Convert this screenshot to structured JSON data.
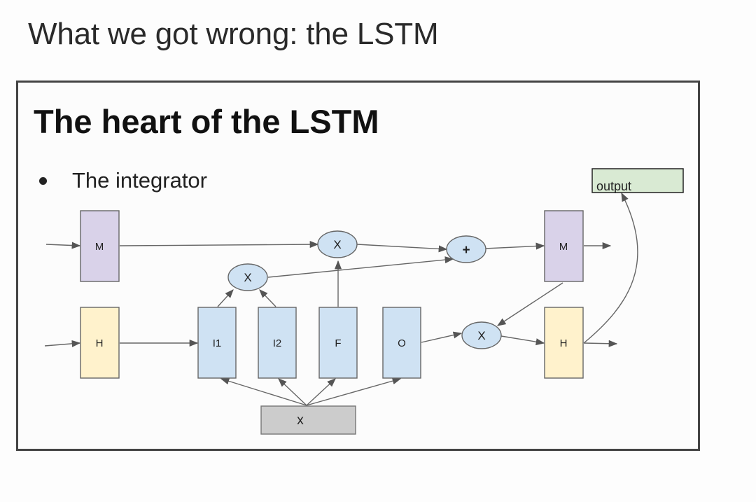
{
  "slide": {
    "title": "What we got wrong:  the LSTM"
  },
  "box": {
    "title": "The heart of the LSTM",
    "bullet": "The integrator"
  },
  "diagram": {
    "output_label": "output",
    "m_in": "M",
    "h_in": "H",
    "m_out": "M",
    "h_out": "H",
    "gate_i1": "I1",
    "gate_i2": "I2",
    "gate_f": "F",
    "gate_o": "O",
    "input_x": "x",
    "mult_gate": "X",
    "mult_forget": "X",
    "mult_output": "X",
    "add": "+"
  },
  "colors": {
    "memory": "#d9d2e9",
    "hidden": "#fff2cc",
    "gate": "#cfe2f3",
    "op": "#cfe2f3",
    "input": "#cccccc",
    "output": "#d9ead3"
  }
}
